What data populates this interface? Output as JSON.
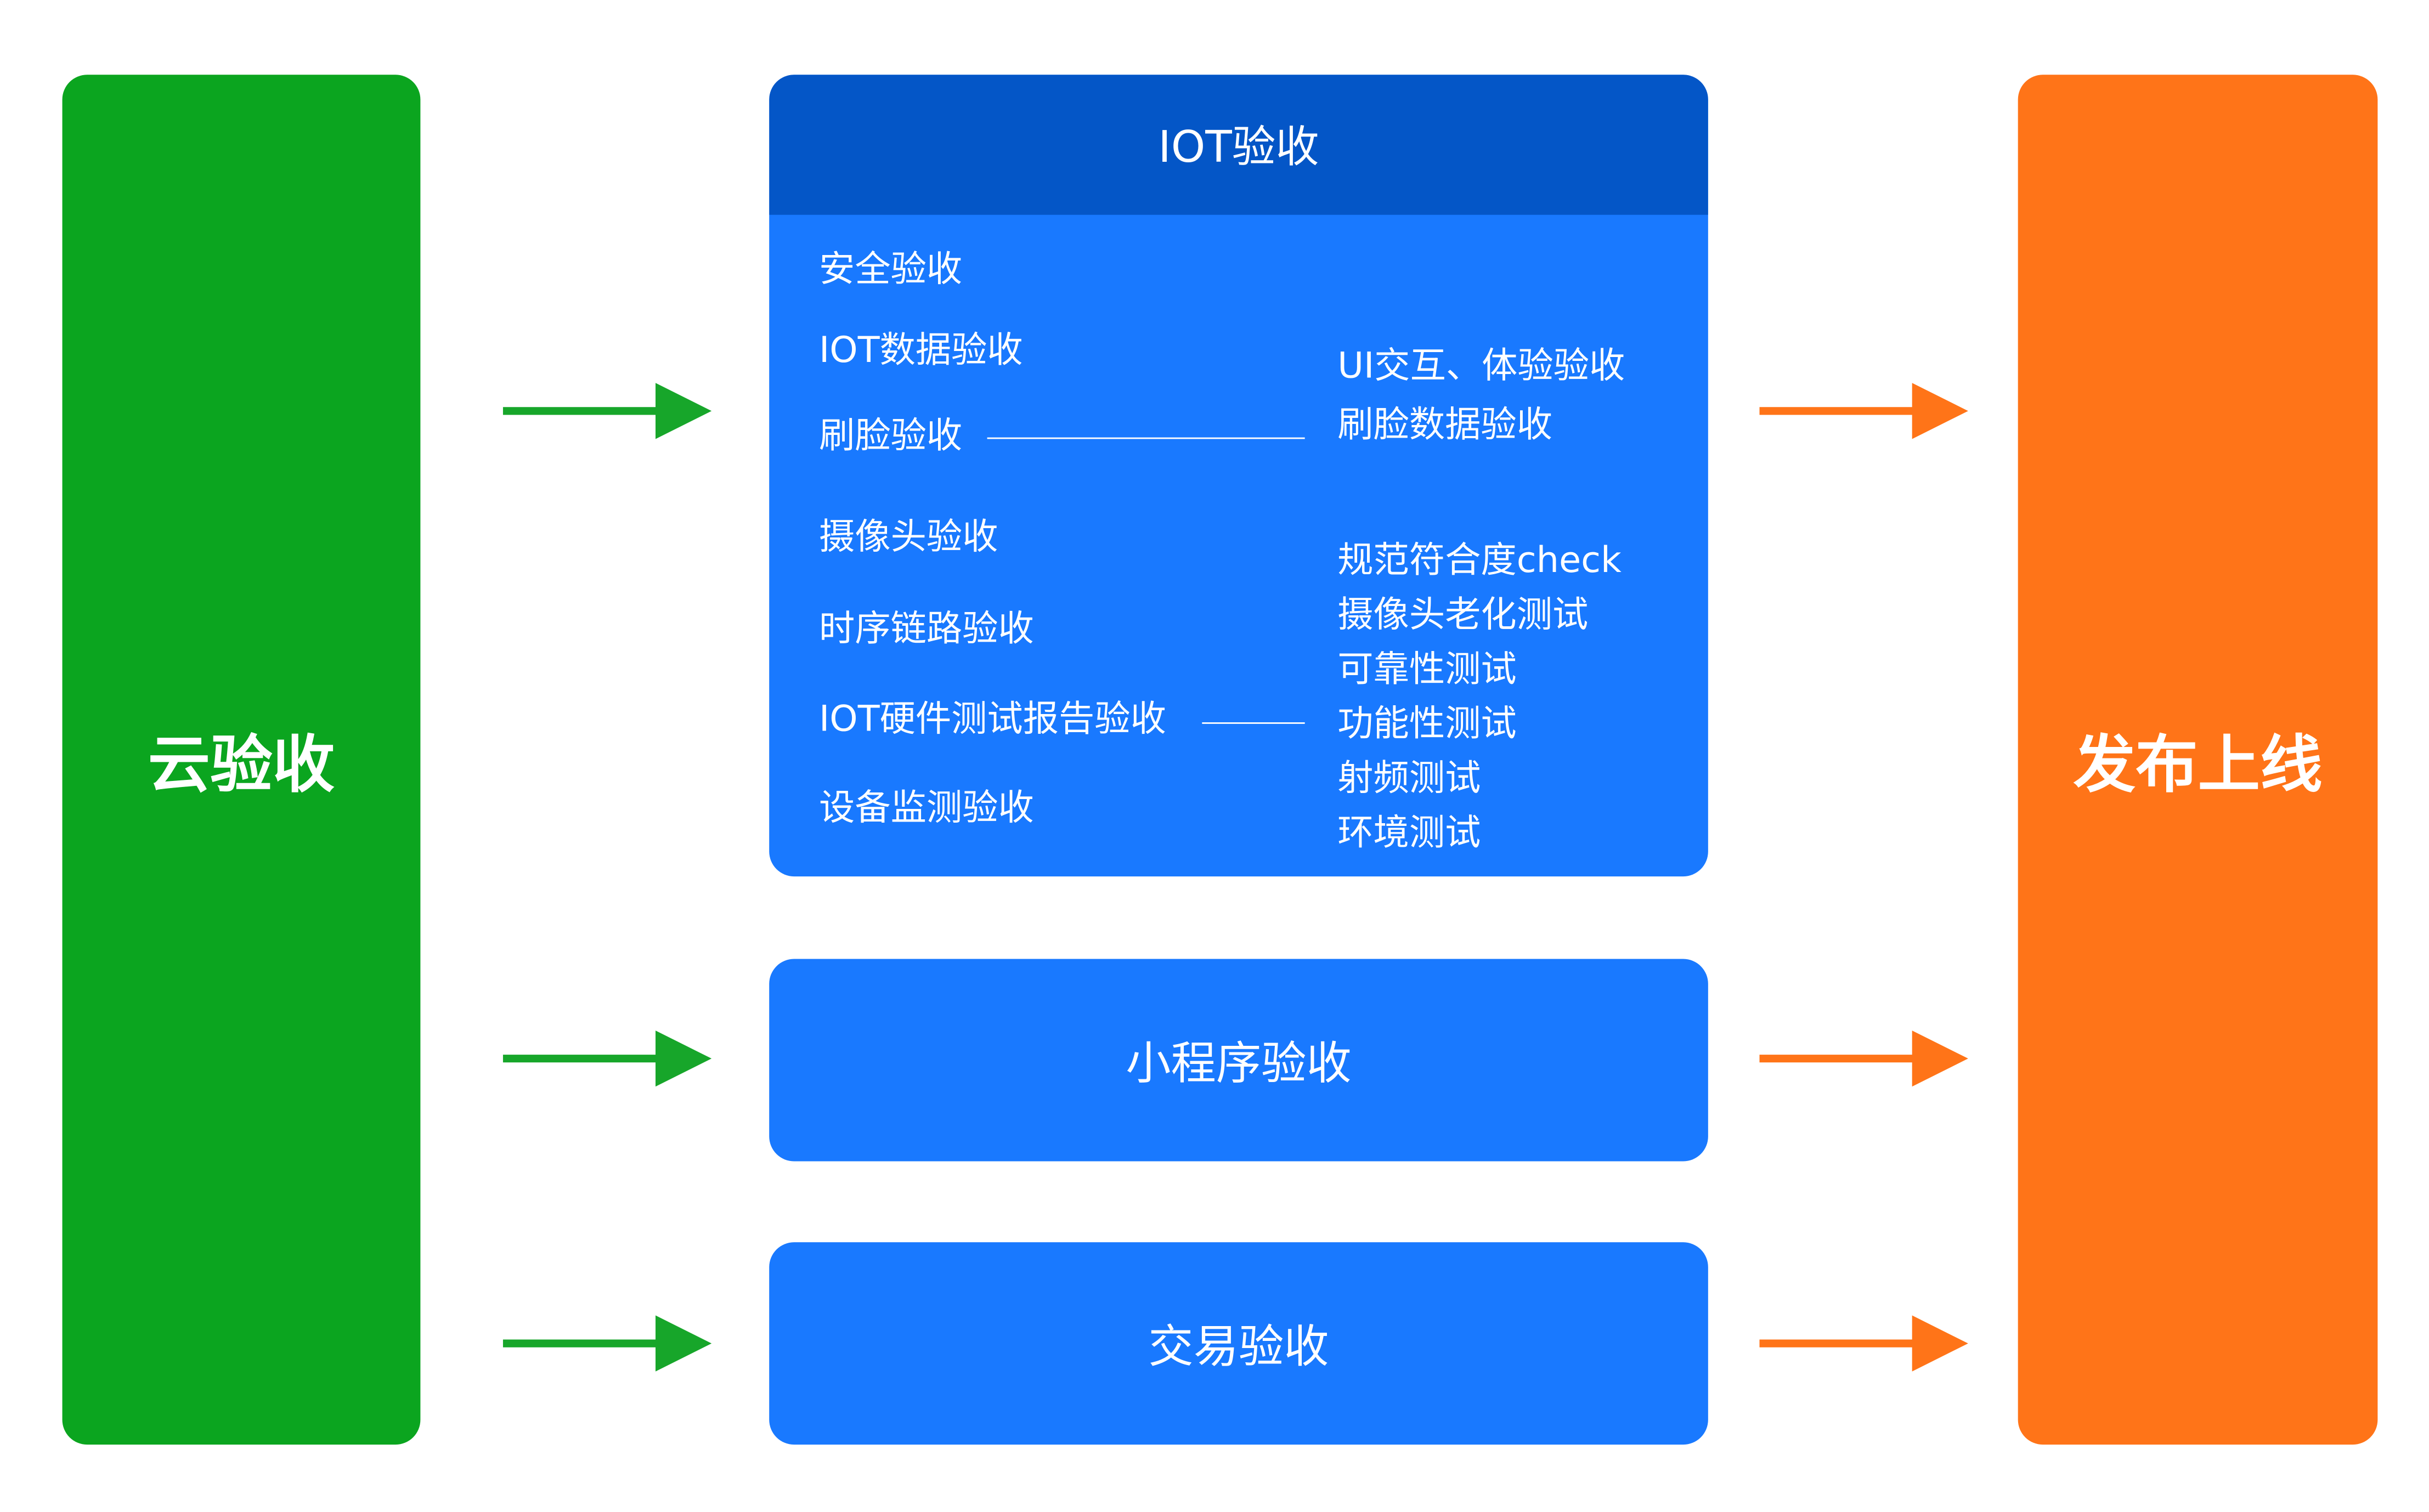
{
  "colors": {
    "cloud": "#0ba51f",
    "iot_header": "#0456c7",
    "box": "#1979ff",
    "release": "#ff7418",
    "arrow_left": "#17a62a",
    "arrow_right": "#ff7418"
  },
  "cloud": {
    "label": "云验收"
  },
  "release": {
    "label": "发布上线"
  },
  "iot": {
    "title": "IOT验收",
    "left_items": [
      "安全验收",
      "IOT数据验收",
      "刷脸验收",
      "摄像头验收",
      "时序链路验收",
      "IOT硬件测试报告验收",
      "设备监测验收"
    ],
    "face_details": [
      "UI交互、体验验收",
      "刷脸数据验收"
    ],
    "hardware_details": [
      "规范符合度check",
      "摄像头老化测试",
      "可靠性测试",
      "功能性测试",
      "射频测试",
      "环境测试"
    ]
  },
  "miniprogram": {
    "label": "小程序验收"
  },
  "trade": {
    "label": "交易验收"
  }
}
